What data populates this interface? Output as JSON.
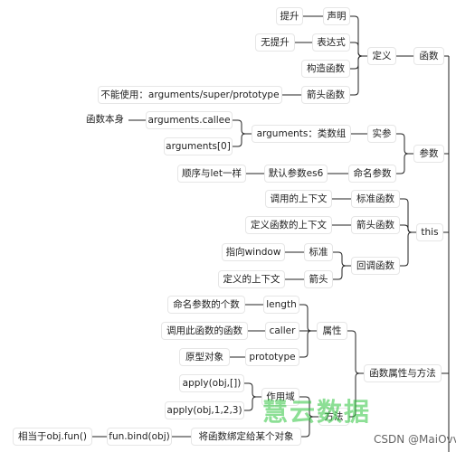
{
  "mindmap": {
    "nodes": {
      "n_fn": "函数",
      "n_def": "定义",
      "n_decl": "声明",
      "n_hoist": "提升",
      "n_expr": "表达式",
      "n_nohoist": "无提升",
      "n_ctor": "构造函数",
      "n_arrow": "箭头函数",
      "n_noarrow": "不能使用：arguments/super/prototype",
      "n_param": "参数",
      "n_actual": "实参",
      "n_args": "arguments：类数组",
      "n_callee": "arguments.callee",
      "n_self": "函数本身",
      "n_args0": "arguments[0]",
      "n_named": "命名参数",
      "n_defaultes6": "默认参数es6",
      "n_letsame": "顺序与let一样",
      "n_this": "this",
      "n_std": "标准函数",
      "n_callctx": "调用的上下文",
      "n_arrowfn": "箭头函数",
      "n_defctx": "定义函数的上下文",
      "n_callback": "回调函数",
      "n_stdcb": "标准",
      "n_window": "指向window",
      "n_arrowcb": "箭头",
      "n_defctx2": "定义的上下文",
      "n_propmeth": "函数属性与方法",
      "n_props": "属性",
      "n_length": "length",
      "n_namedcount": "命名参数的个数",
      "n_caller": "caller",
      "n_callerfn": "调用此函数的函数",
      "n_prototype": "prototype",
      "n_proto": "原型对象",
      "n_methods": "方法",
      "n_scope": "作用域",
      "n_apply1": "apply(obj,[])",
      "n_apply2": "apply(obj,1,2,3)",
      "n_bind": "将函数绑定给某个对象",
      "n_fnbind": "fun.bind(obj)",
      "n_objfun": "相当于obj.fun()"
    },
    "watermark": "慧云数据",
    "credit": "CSDN @MaiOvv"
  },
  "colors": {
    "line": "#222222",
    "border": "#e6e6e6",
    "text": "#222222",
    "watermark": "#30c63f"
  }
}
